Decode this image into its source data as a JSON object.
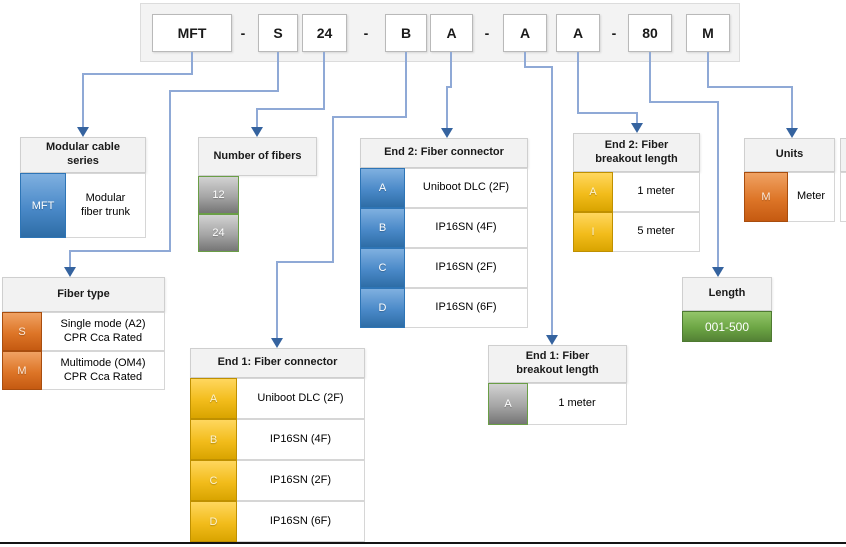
{
  "code_bar": {
    "segments": [
      "MFT",
      "-",
      "S",
      "24",
      "-",
      "B",
      "A",
      "-",
      "A",
      "A",
      "-",
      "80",
      "M"
    ]
  },
  "groups": {
    "series": {
      "title": "Modular cable\nseries",
      "rows": [
        {
          "code": "MFT",
          "label": "Modular\nfiber trunk"
        }
      ]
    },
    "fiber_type": {
      "title": "Fiber type",
      "rows": [
        {
          "code": "S",
          "label": "Single mode (A2)\nCPR Cca Rated"
        },
        {
          "code": "M",
          "label": "Multimode (OM4)\nCPR Cca Rated"
        }
      ]
    },
    "num_fibers": {
      "title": "Number of fibers",
      "rows": [
        {
          "code": "12"
        },
        {
          "code": "24"
        }
      ]
    },
    "end2_connector": {
      "title": "End 2: Fiber connector",
      "rows": [
        {
          "code": "A",
          "label": "Uniboot DLC (2F)"
        },
        {
          "code": "B",
          "label": "IP16SN (4F)"
        },
        {
          "code": "C",
          "label": "IP16SN (2F)"
        },
        {
          "code": "D",
          "label": "IP16SN (6F)"
        }
      ]
    },
    "end1_connector": {
      "title": "End 1: Fiber connector",
      "rows": [
        {
          "code": "A",
          "label": "Uniboot DLC (2F)"
        },
        {
          "code": "B",
          "label": "IP16SN (4F)"
        },
        {
          "code": "C",
          "label": "IP16SN (2F)"
        },
        {
          "code": "D",
          "label": "IP16SN (6F)"
        }
      ]
    },
    "end1_breakout": {
      "title": "End 1: Fiber\nbreakout length",
      "rows": [
        {
          "code": "A",
          "label": "1 meter"
        }
      ]
    },
    "end2_breakout": {
      "title": "End 2: Fiber\nbreakout length",
      "rows": [
        {
          "code": "A",
          "label": "1 meter"
        },
        {
          "code": "I",
          "label": "5 meter"
        }
      ]
    },
    "length": {
      "title": "Length",
      "rows": [
        {
          "code": "001-500"
        }
      ]
    },
    "units": {
      "title": "Units",
      "rows": [
        {
          "code": "M",
          "label": "Meter"
        }
      ]
    }
  },
  "colors": {
    "blue": "#2e75b6",
    "orange": "#c55a11",
    "gold": "#d9a400",
    "gray": "#7f7f7f",
    "green": "#538135",
    "green_border": "#6a9e46",
    "arrow_line": "#8fa9d6",
    "arrow_head": "#35639f"
  }
}
